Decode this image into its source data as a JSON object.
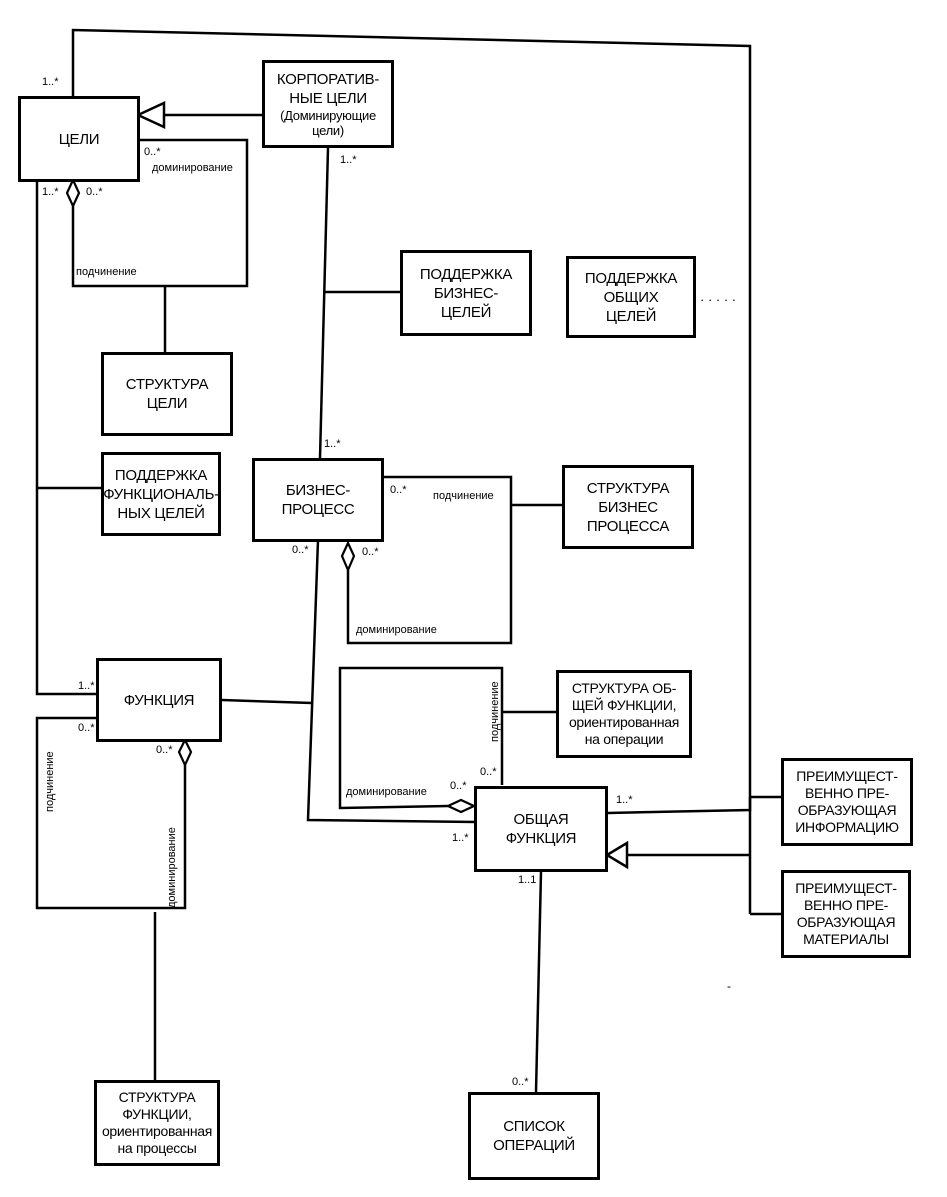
{
  "boxes": {
    "goals": "ЦЕЛИ",
    "corporate_goals": [
      "КОРПОРАТИВ-",
      "НЫЕ ЦЕЛИ"
    ],
    "corporate_goals_note": [
      "(Доминирующие",
      "цели)"
    ],
    "business_goals_support": [
      "ПОДДЕРЖКА",
      "БИЗНЕС-",
      "ЦЕЛЕЙ"
    ],
    "general_goals_support": [
      "ПОДДЕРЖКА",
      "ОБЩИХ",
      "ЦЕЛЕЙ"
    ],
    "goal_structure": [
      "СТРУКТУРА",
      "ЦЕЛИ"
    ],
    "functional_goals_support": [
      "ПОДДЕРЖКА",
      "ФУНКЦИОНАЛЬ-",
      "НЫХ ЦЕЛЕЙ"
    ],
    "business_process": [
      "БИЗНЕС-",
      "ПРОЦЕСС"
    ],
    "business_process_structure": [
      "СТРУКТУРА",
      "БИЗНЕС",
      "ПРОЦЕССА"
    ],
    "function": "ФУНКЦИЯ",
    "general_function_structure": [
      "СТРУКТУРА ОБ-",
      "ЩЕЙ ФУНКЦИИ,",
      "ориентированная",
      "на операции"
    ],
    "general_function": [
      "ОБЩАЯ",
      "ФУНКЦИЯ"
    ],
    "info_transforming": [
      "ПРЕИМУЩЕСТ-",
      "ВЕННО ПРЕ-",
      "ОБРАЗУЮЩАЯ",
      "ИНФОРМАЦИЮ"
    ],
    "material_transforming": [
      "ПРЕИМУЩЕСТ-",
      "ВЕННО ПРЕ-",
      "ОБРАЗУЮЩАЯ",
      "МАТЕРИАЛЫ"
    ],
    "function_structure": [
      "СТРУКТУРА",
      "ФУНКЦИИ,",
      "ориентированная",
      "на процессы"
    ],
    "operations_list": [
      "СПИСОК",
      "ОПЕРАЦИЙ"
    ]
  },
  "labels": {
    "goals_mult_top": "1..*",
    "goals_mult_dom": "0..*",
    "goals_role_dom": "доминирование",
    "goals_mult_left": "1..*",
    "goals_mult_agg": "0..*",
    "goals_role_sub": "подчинение",
    "corp_mult": "1..*",
    "bp_mult_top": "1..*",
    "bp_mult_sub": "0..*",
    "bp_role_sub": "подчинение",
    "bp_mult_left": "0..*",
    "bp_mult_agg": "0..*",
    "bp_role_dom": "доминирование",
    "func_mult_top": "1..*",
    "func_mult_left": "0..*",
    "func_mult_agg": "0..*",
    "func_role_sub": "подчинение",
    "func_role_dom": "доминирование",
    "gf_role_sub": "подчинение",
    "gf_role_dom": "доминирование",
    "gf_mult_dom": "0..*",
    "gf_mult_sub": "0..*",
    "gf_mult_right": "1..*",
    "gf_mult_left": "1..*",
    "gf_mult_bottom": "1..1",
    "ops_mult": "0..*"
  },
  "ellipsis": "· · · · ·",
  "stray_mark": "-"
}
